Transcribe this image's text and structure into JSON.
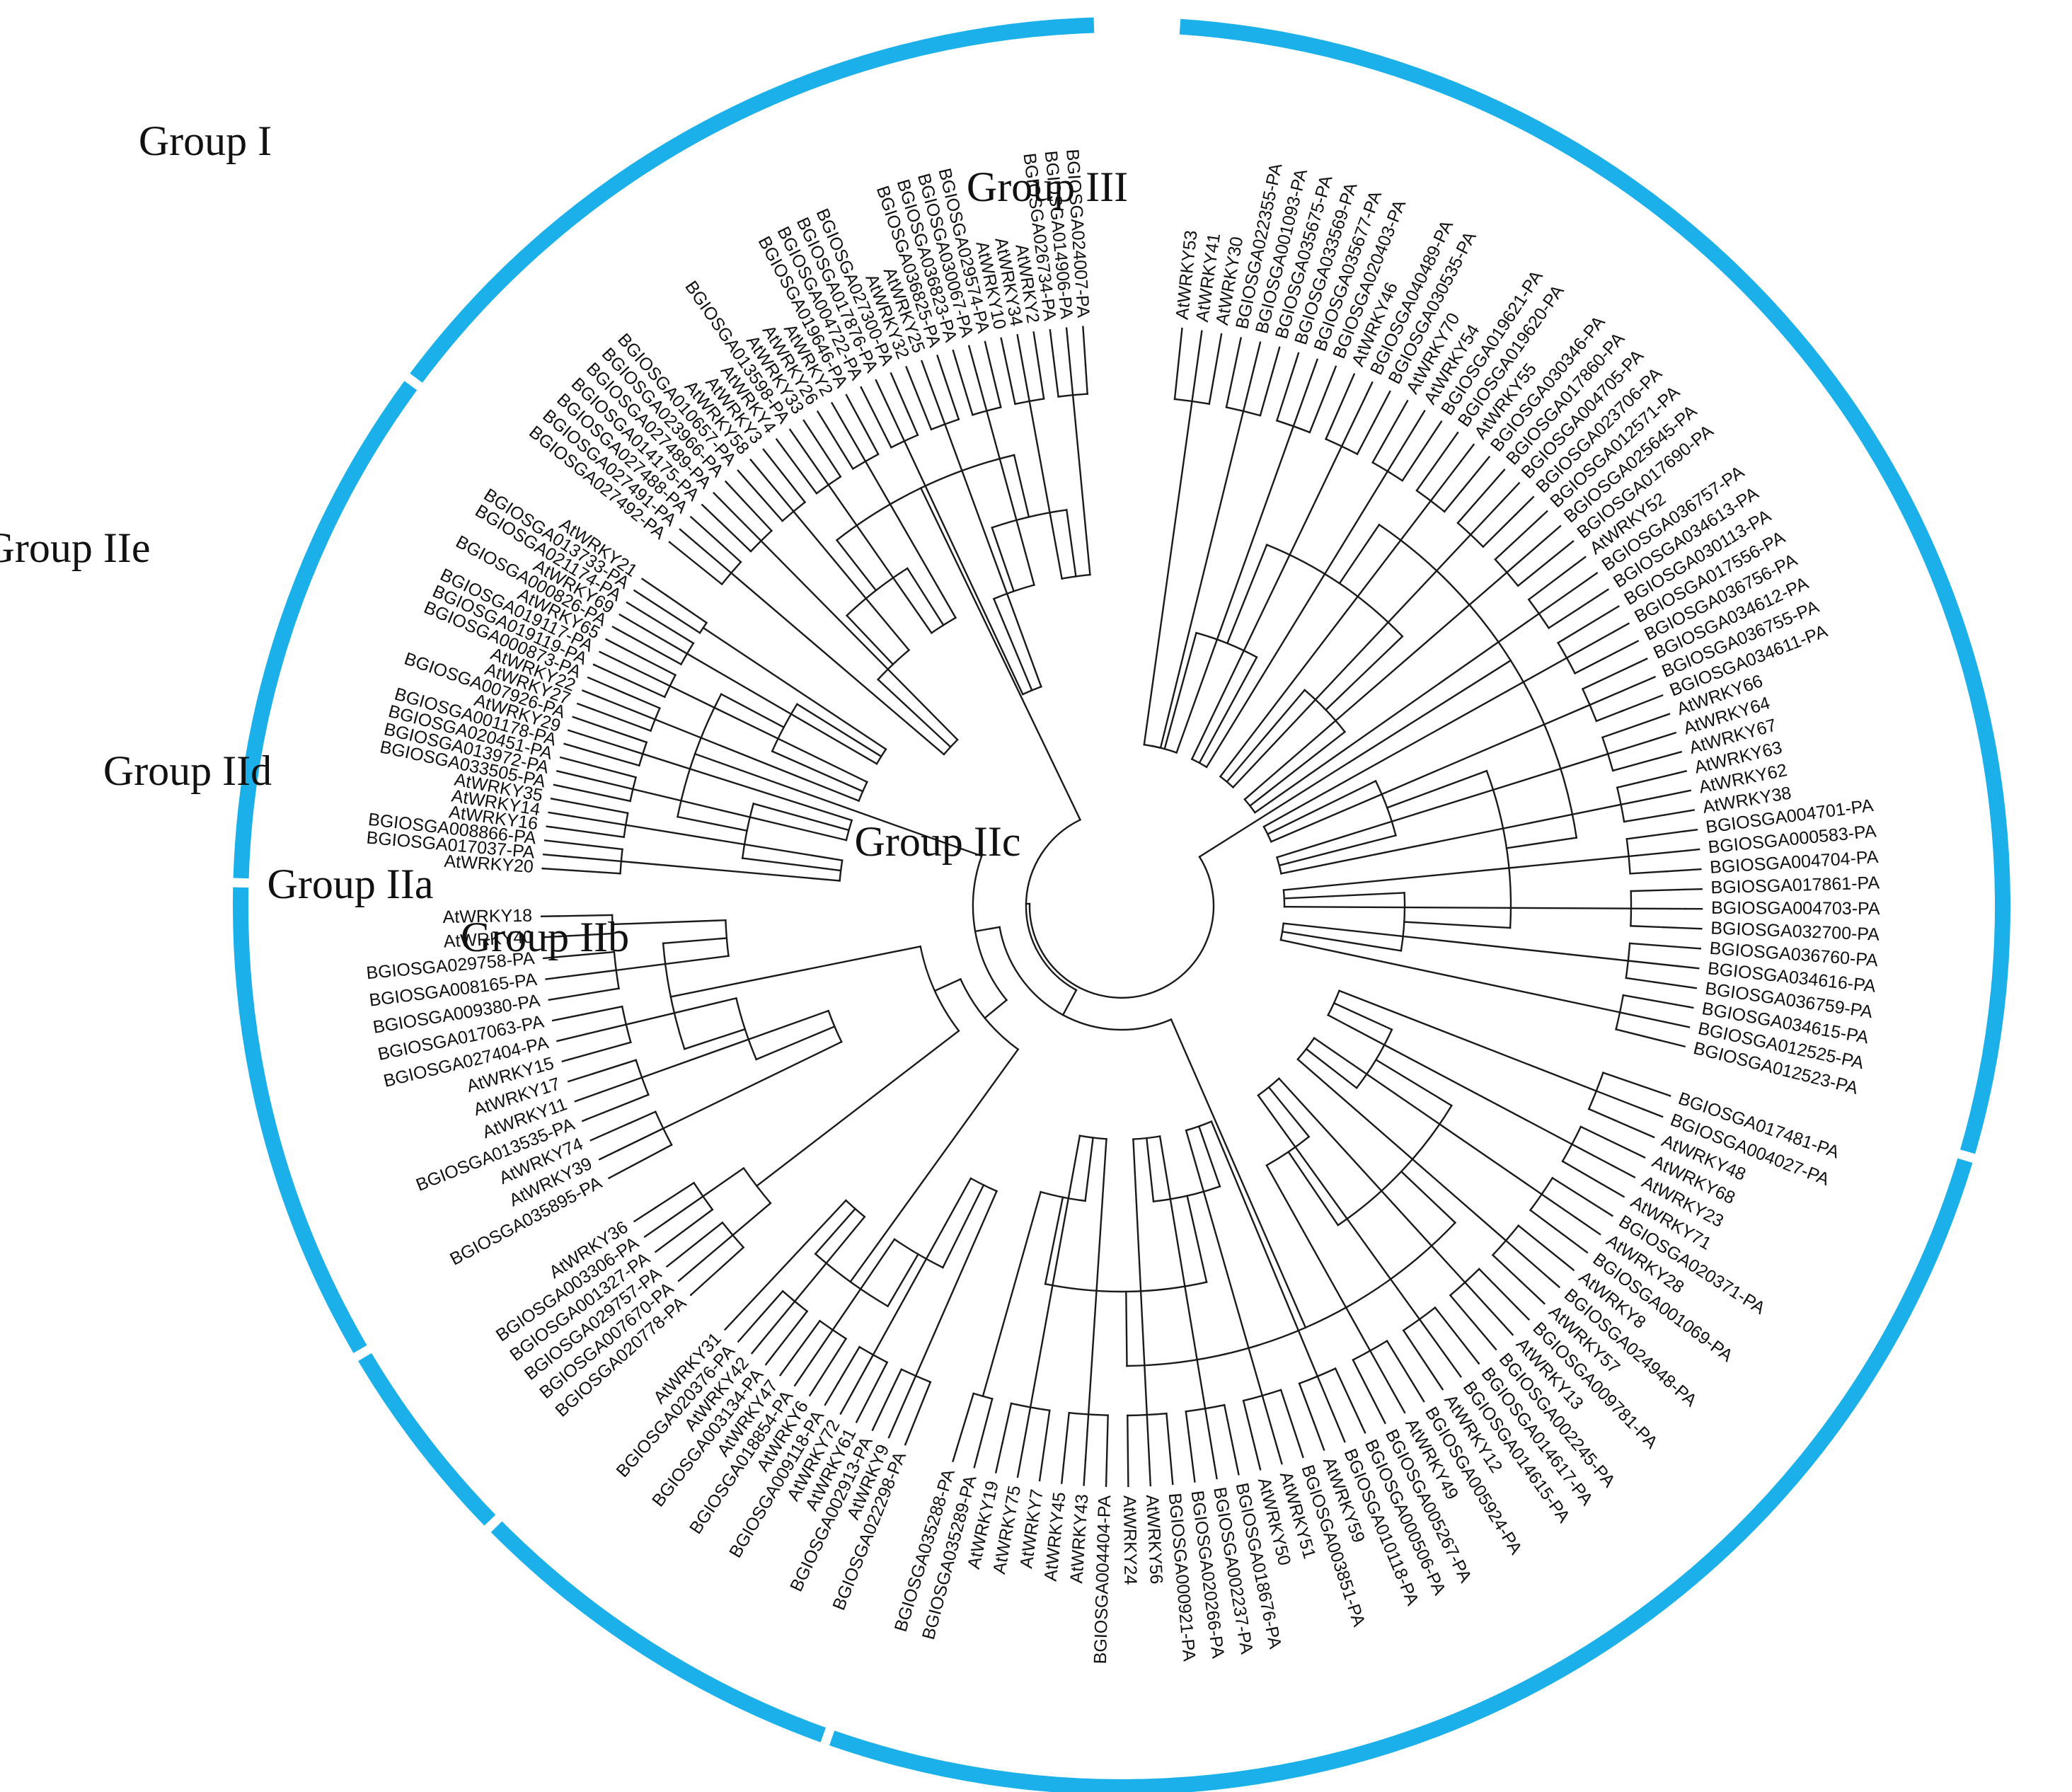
{
  "arc_color": "#1bb0ea",
  "line_color": "#1a1a1a",
  "text_color": "#111111",
  "groups": [
    {
      "name": "Group I",
      "leaves": [
        "BGIOSGA027492-PA",
        "BGIOSGA027491-PA",
        "BGIOSGA027488-PA",
        "BGIOSGA014175-PA",
        "BGIOSGA027489-PA",
        "BGIOSGA023966-PA",
        "BGIOSGA010657-PA",
        "AtWRKY58",
        "AtWRKY3",
        "AtWRKY4",
        "BGIOSGA013598-PA",
        "AtWRKY33",
        "AtWRKY26",
        "AtWRKY2",
        "BGIOSGA019646-PA",
        "BGIOSGA004722-PA",
        "BGIOSGA017876-PA",
        "BGIOSGA027300-PA",
        "AtWRKY32",
        "AtWRKY25",
        "BGIOSGA036825-PA",
        "BGIOSGA036823-PA",
        "BGIOSGA030067-PA",
        "BGIOSGA029574-PA",
        "AtWRKY10",
        "AtWRKY34",
        "AtWRKY2",
        "BGIOSGA026734-PA",
        "BGIOSGA014906-PA",
        "BGIOSGA024007-PA"
      ]
    },
    {
      "name": "Group IIe",
      "leaves": [
        "AtWRKY20",
        "BGIOSGA017037-PA",
        "BGIOSGA008866-PA",
        "AtWRKY16",
        "AtWRKY14",
        "AtWRKY35",
        "BGIOSGA033505-PA",
        "BGIOSGA013972-PA",
        "BGIOSGA020451-PA",
        "BGIOSGA001178-PA",
        "AtWRKY29",
        "BGIOSGA007926-PA",
        "AtWRKY27",
        "AtWRKY22",
        "BGIOSGA000873-PA",
        "BGIOSGA019119-PA",
        "BGIOSGA019117-PA",
        "AtWRKY65",
        "BGIOSGA000826-PA",
        "AtWRKY69",
        "BGIOSGA021174-PA",
        "BGIOSGA013733-PA",
        "AtWRKY21"
      ]
    },
    {
      "name": "Group IId",
      "leaves": [
        "BGIOSGA035895-PA",
        "AtWRKY39",
        "AtWRKY74",
        "BGIOSGA013535-PA",
        "AtWRKY11",
        "AtWRKY17",
        "AtWRKY15",
        "BGIOSGA027404-PA",
        "BGIOSGA017063-PA",
        "BGIOSGA009380-PA",
        "BGIOSGA008165-PA",
        "BGIOSGA029758-PA",
        "AtWRKY40",
        "AtWRKY18"
      ]
    },
    {
      "name": "Group IIa",
      "leaves": [
        "BGIOSGA020778-PA",
        "BGIOSGA007670-PA",
        "BGIOSGA029757-PA",
        "BGIOSGA001327-PA",
        "BGIOSGA003306-PA",
        "AtWRKY36"
      ]
    },
    {
      "name": "Group IIb",
      "leaves": [
        "BGIOSGA022298-PA",
        "AtWRKY9",
        "BGIOSGA002913-PA",
        "AtWRKY61",
        "AtWRKY72",
        "BGIOSGA009118-PA",
        "AtWRKY6",
        "BGIOSGA018854-PA",
        "AtWRKY47",
        "BGIOSGA003134-PA",
        "AtWRKY42",
        "BGIOSGA020376-PA",
        "AtWRKY31"
      ]
    },
    {
      "name": "Group IIc",
      "leaves": [
        "BGIOSGA017481-PA",
        "BGIOSGA004027-PA",
        "AtWRKY48",
        "AtWRKY68",
        "AtWRKY23",
        "AtWRKY71",
        "BGIOSGA020371-PA",
        "AtWRKY28",
        "BGIOSGA001069-PA",
        "AtWRKY8",
        "BGIOSGA024948-PA",
        "AtWRKY57",
        "BGIOSGA009781-PA",
        "AtWRKY13",
        "BGIOSGA002245-PA",
        "BGIOSGA014617-PA",
        "BGIOSGA014615-PA",
        "AtWRKY12",
        "BGIOSGA005924-PA",
        "AtWRKY49",
        "BGIOSGA005267-PA",
        "BGIOSGA000506-PA",
        "BGIOSGA010118-PA",
        "AtWRKY59",
        "BGIOSGA003851-PA",
        "AtWRKY51",
        "AtWRKY50",
        "BGIOSGA018676-PA",
        "BGIOSGA002237-PA",
        "BGIOSGA020266-PA",
        "BGIOSGA000921-PA",
        "AtWRKY56",
        "AtWRKY24",
        "BGIOSGA004404-PA",
        "AtWRKY43",
        "AtWRKY45",
        "AtWRKY7",
        "AtWRKY75",
        "AtWRKY19",
        "BGIOSGA035289-PA",
        "BGIOSGA035288-PA"
      ]
    },
    {
      "name": "Group III",
      "leaves": [
        "AtWRKY53",
        "AtWRKY41",
        "AtWRKY30",
        "BGIOSGA022355-PA",
        "BGIOSGA001093-PA",
        "BGIOSGA035675-PA",
        "BGIOSGA033569-PA",
        "BGIOSGA035677-PA",
        "BGIOSGA020403-PA",
        "AtWRKY46",
        "BGIOSGA040489-PA",
        "BGIOSGA030535-PA",
        "AtWRKY70",
        "AtWRKY54",
        "BGIOSGA019621-PA",
        "BGIOSGA019620-PA",
        "AtWRKY55",
        "BGIOSGA030346-PA",
        "BGIOSGA017860-PA",
        "BGIOSGA004705-PA",
        "BGIOSGA023706-PA",
        "BGIOSGA012571-PA",
        "BGIOSGA025645-PA",
        "BGIOSGA017690-PA",
        "AtWRKY52",
        "BGIOSGA036757-PA",
        "BGIOSGA034613-PA",
        "BGIOSGA030113-PA",
        "BGIOSGA017556-PA",
        "BGIOSGA036756-PA",
        "BGIOSGA034612-PA",
        "BGIOSGA036755-PA",
        "BGIOSGA034611-PA",
        "AtWRKY66",
        "AtWRKY64",
        "AtWRKY67",
        "AtWRKY63",
        "AtWRKY62",
        "AtWRKY38",
        "BGIOSGA004701-PA",
        "BGIOSGA000583-PA",
        "BGIOSGA004704-PA",
        "BGIOSGA017861-PA",
        "BGIOSGA004703-PA",
        "BGIOSGA032700-PA",
        "BGIOSGA036760-PA",
        "BGIOSGA034616-PA",
        "BGIOSGA036759-PA",
        "BGIOSGA034615-PA",
        "BGIOSGA012525-PA",
        "BGIOSGA012523-PA"
      ]
    }
  ]
}
